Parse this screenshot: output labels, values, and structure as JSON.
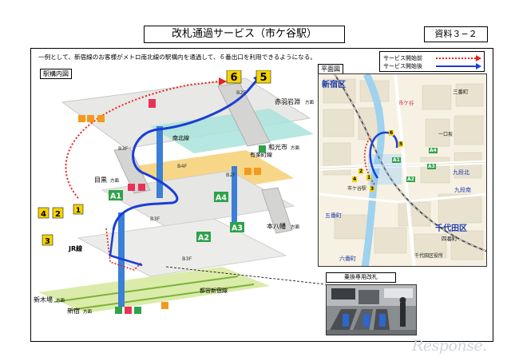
{
  "header": {
    "title": "改札通過サービス（市ケ谷駅）",
    "doc_label": "資料３−２"
  },
  "description": "一例として、新宿線のお客様がメトロ南北線の駅構内を通過して、６番出口を利用できるようになる。",
  "legend": {
    "before": "サービス開始前",
    "after": "サービス開始後",
    "before_color": "#e8201c",
    "after_color": "#1a3fd4"
  },
  "station_diagram": {
    "title": "駅構内図",
    "exits": [
      "6",
      "5",
      "4",
      "2",
      "3",
      "1"
    ],
    "exit_color": "#f5d400",
    "gates": [
      "A1",
      "A2",
      "A3",
      "A4"
    ],
    "floors": [
      "B2F",
      "B3F",
      "B4F",
      "B2F",
      "B3F",
      "B3F"
    ],
    "lines": {
      "nanboku": "南北線",
      "yurakucho": "有楽町線",
      "toei_shinjuku": "都営新宿線",
      "jr": "JR線"
    },
    "directions": {
      "akabane": "赤羽岩淵",
      "wako": "和光市",
      "meguro": "目黒",
      "motoyawata": "本八幡",
      "shinkiba": "新木場",
      "shinjuku": "新宿"
    },
    "direction_suffix": "方面",
    "line_colors": {
      "nanboku": "#7ad3c6",
      "yurakucho": "#f5c451",
      "shinjuku": "#b9cf3f",
      "connector": "#3b7fd6"
    }
  },
  "map": {
    "title": "平面図",
    "wards": [
      "新宿区",
      "千代田区"
    ],
    "labels": [
      "市ケ谷",
      "五番町",
      "九段北",
      "九段南",
      "四番町",
      "六番町",
      "三番町",
      "一口坂",
      "千代田区役所",
      "市ケ谷駅"
    ],
    "exit_markers": [
      "A1",
      "A3",
      "A4",
      "A2",
      "1",
      "2",
      "3",
      "4",
      "5",
      "6"
    ]
  },
  "photo": {
    "title": "乗換専用改札"
  },
  "watermark": "Response."
}
